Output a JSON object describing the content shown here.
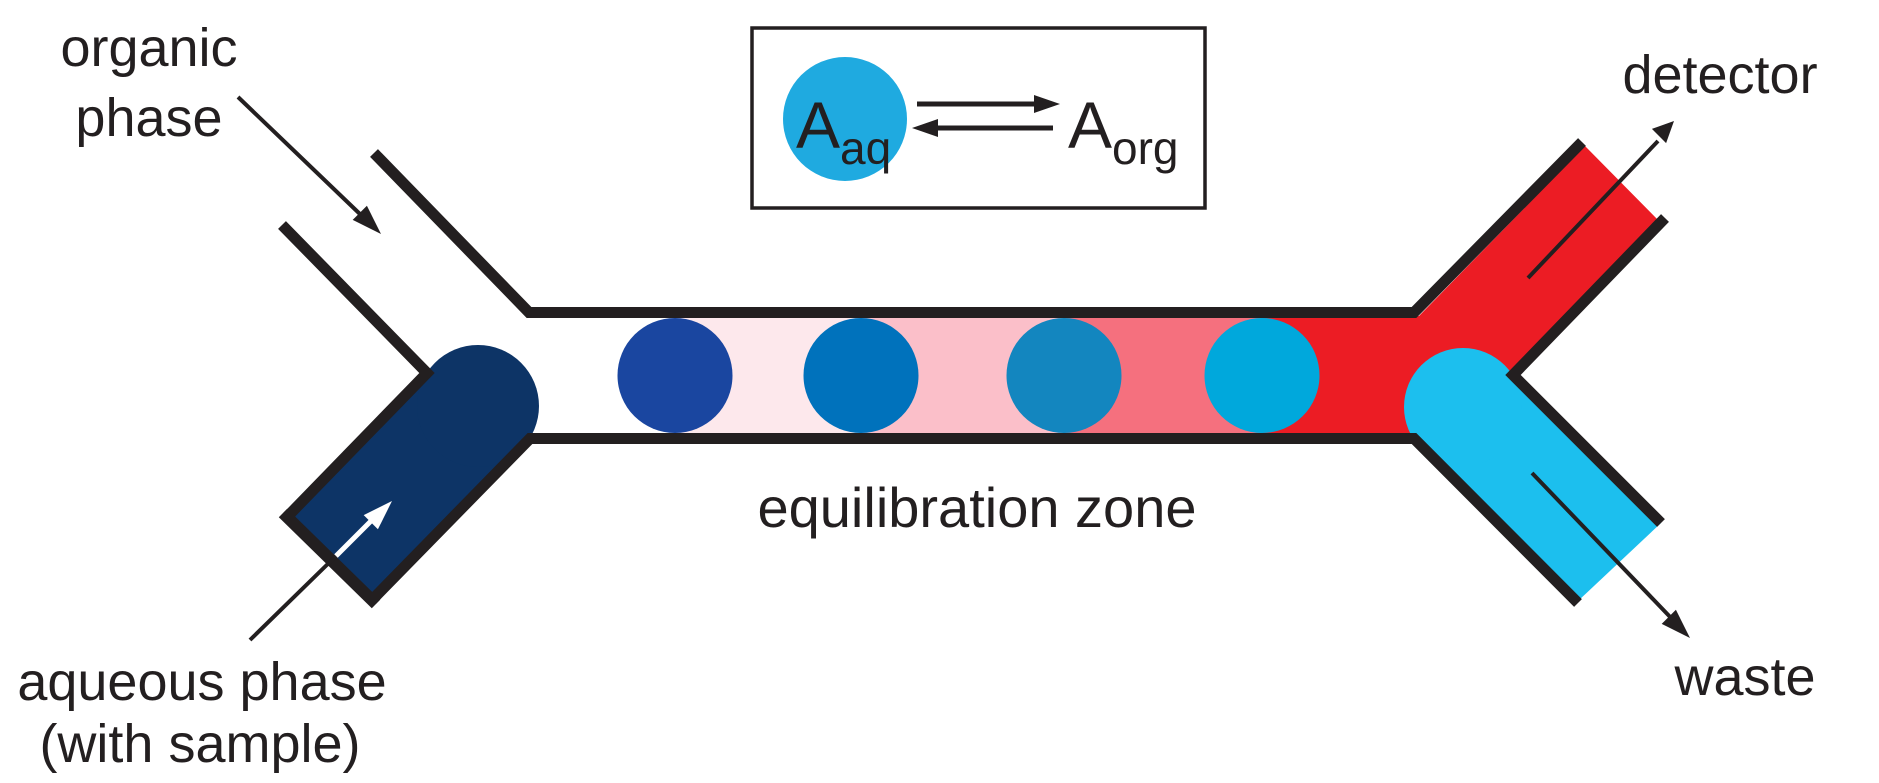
{
  "labels": {
    "organic_phase_line1": "organic",
    "organic_phase_line2": "phase",
    "aqueous_phase_line1": "aqueous phase",
    "aqueous_phase_line2": "(with sample)",
    "equilibration_zone": "equilibration zone",
    "detector": "detector",
    "waste": "waste"
  },
  "legend": {
    "aq_main": "A",
    "aq_sub": "aq",
    "org_main": "A",
    "org_sub": "org"
  },
  "colors": {
    "wall": "#231F20",
    "text": "#231F20",
    "white": "#FFFFFF",
    "aqueous_slug": "#0D3466",
    "waste_slug": "#1CBFEE",
    "legend_droplet": "#1FAAE0",
    "detector_red": "#EC1C24"
  },
  "channel": {
    "droplets": [
      {
        "name": "droplet-1-dark-blue",
        "color": "#1A46A0"
      },
      {
        "name": "droplet-2-blue",
        "color": "#0072BC"
      },
      {
        "name": "droplet-3-steel-blue",
        "color": "#1386BF"
      },
      {
        "name": "droplet-4-cyan",
        "color": "#00A8DC"
      }
    ],
    "organic_segments": [
      {
        "name": "segment-1-very-light-pink",
        "color": "#FDE8EC"
      },
      {
        "name": "segment-2-light-pink",
        "color": "#FBBFC9"
      },
      {
        "name": "segment-3-salmon",
        "color": "#F5707E"
      }
    ]
  }
}
